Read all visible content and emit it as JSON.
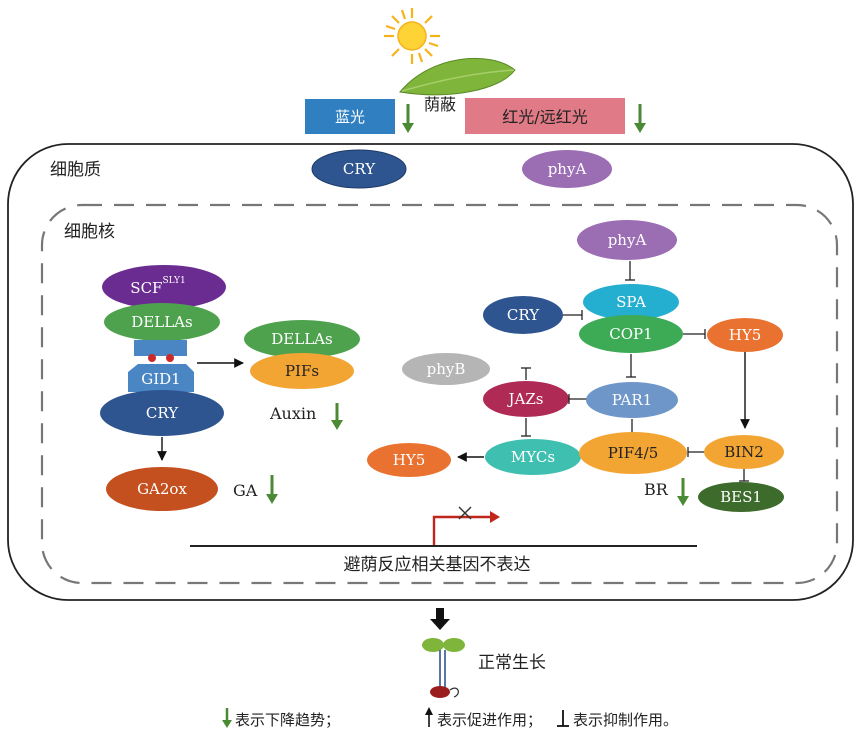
{
  "light": {
    "blue": "蓝光",
    "shade": "荫蔽",
    "red": "红光/远红光"
  },
  "compartments": {
    "cytoplasm": "细胞质",
    "nucleus": "细胞核"
  },
  "cytoplasm": {
    "cry": "CRY",
    "phya": "phyA"
  },
  "left_complex": {
    "scf": "SCF",
    "scf_sup": "SLY1",
    "dellas": "DELLAs",
    "gid1": "GID1",
    "cry": "CRY",
    "ga2ox": "GA2ox",
    "ga": "GA",
    "dellas2": "DELLAs",
    "pifs": "PIFs",
    "auxin": "Auxin"
  },
  "right_network": {
    "phya": "phyA",
    "spa": "SPA",
    "cry": "CRY",
    "cop1": "COP1",
    "hy5_top": "HY5",
    "phyb": "phyB",
    "jazs": "JAZs",
    "par1": "PAR1",
    "myc": "MYCs",
    "pif45": "PIF4/5",
    "bin2": "BIN2",
    "hy5_left": "HY5",
    "br": "BR",
    "bes1": "BES1"
  },
  "gene_line": "避荫反应相关基因不表达",
  "outcome": "正常生长",
  "legend": {
    "down": "表示下降趋势；",
    "promote": "表示促进作用；",
    "inhibit": "表示抑制作用。"
  },
  "colors": {
    "blue_light": "#2f7fc1",
    "red_light": "#e07a86",
    "green_arrow": "#4b8a34",
    "cry": "#2e5590",
    "phya": "#9b6db3",
    "scf": "#6a2c91",
    "dellas": "#4ea24e",
    "gid1": "#4a86c4",
    "ga2ox": "#c5501f",
    "pifs": "#f3a533",
    "spa": "#24aecf",
    "cop1": "#3daa55",
    "hy5": "#ea7230",
    "phyb": "#b5b5b5",
    "jazs": "#b02a56",
    "par1": "#6e96c9",
    "myc": "#3fbfb0",
    "pif45": "#f3a533",
    "bin2": "#f3a533",
    "bes1": "#3d6b2b"
  }
}
